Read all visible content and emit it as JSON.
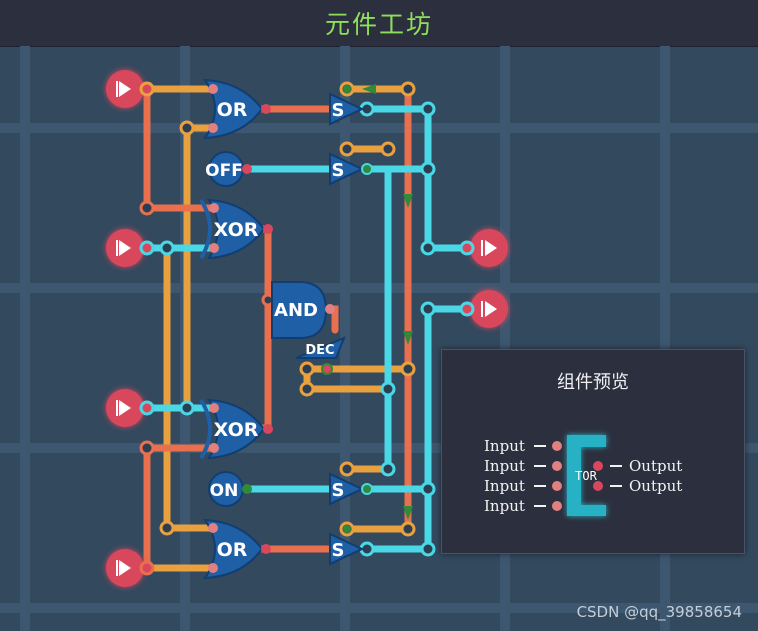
{
  "header": {
    "title": "元件工坊"
  },
  "gates": {
    "or_top": "OR",
    "xor_top": "XOR",
    "and": "AND",
    "dec": "DEC",
    "xor_bottom": "XOR",
    "or_bottom": "OR"
  },
  "constants": {
    "off": "OFF",
    "on": "ON"
  },
  "switch_label": "S",
  "preview": {
    "title": "组件预览",
    "component_name": "TOR",
    "inputs": [
      "Input",
      "Input",
      "Input",
      "Input"
    ],
    "outputs": [
      "Output",
      "Output"
    ]
  },
  "icons": {
    "input_pin": "play-arrow-icon",
    "output_pin": "play-arrow-icon",
    "wire_direction": "arrow-icon"
  },
  "colors": {
    "background": "#33495e",
    "header_bg": "#2c2f3e",
    "title": "#8ee05a",
    "wire_orange": "#e9a03f",
    "wire_red": "#e8704e",
    "wire_cyan": "#4ad8e6",
    "gate_blue": "#1e5fa6",
    "pin_red": "#d9475c",
    "component_teal": "#28b2c4"
  },
  "watermark": "CSDN @qq_39858654"
}
